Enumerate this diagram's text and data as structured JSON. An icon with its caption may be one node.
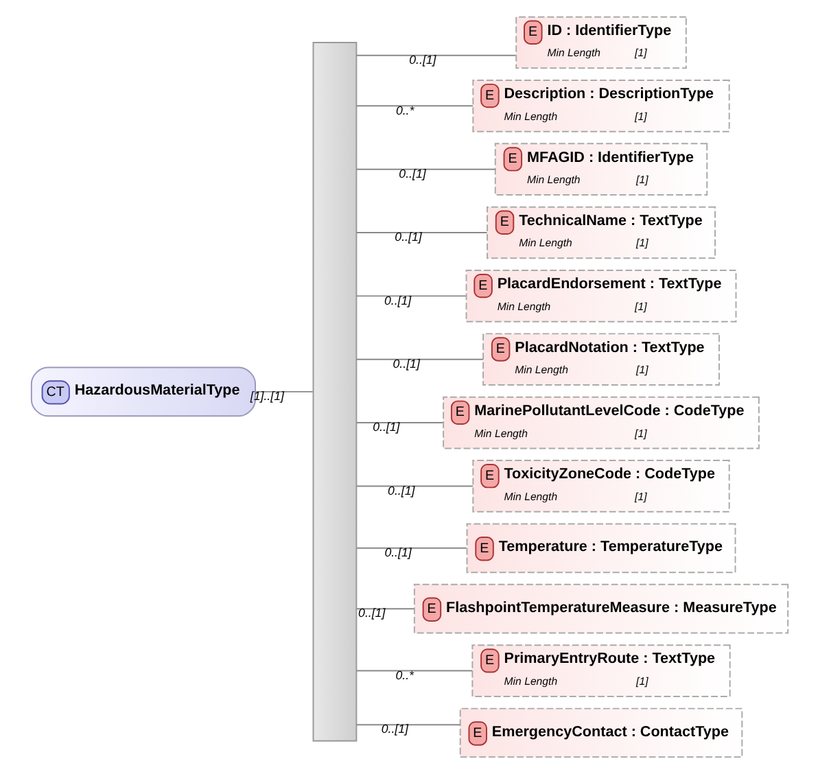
{
  "diagram": {
    "nodes": [
      {
        "text": [
          "CT",
          "HazardousMaterialType"
        ]
      },
      {
        "text": [],
        "shape": "bar"
      },
      {
        "text": [
          "E",
          "ID : IdentifierType",
          "Min Length",
          "[1]"
        ]
      },
      {
        "text": [
          "E",
          "Description : DescriptionType",
          "Min Length",
          "[1]"
        ]
      },
      {
        "text": [
          "E",
          "MFAGID : IdentifierType",
          "Min Length",
          "[1]"
        ]
      },
      {
        "text": [
          "E",
          "TechnicalName : TextType",
          "Min Length",
          "[1]"
        ]
      },
      {
        "text": [
          "E",
          "PlacardEndorsement : TextType",
          "Min Length",
          "[1]"
        ]
      },
      {
        "text": [
          "E",
          "PlacardNotation : TextType",
          "Min Length",
          "[1]"
        ]
      },
      {
        "text": [
          "E",
          "MarinePollutantLevelCode : CodeType",
          "Min Length",
          "[1]"
        ]
      },
      {
        "text": [
          "E",
          "ToxicityZoneCode : CodeType",
          "Min Length",
          "[1]"
        ]
      },
      {
        "text": [
          "E",
          "Temperature : TemperatureType"
        ]
      },
      {
        "text": [
          "E",
          "FlashpointTemperatureMeasure : MeasureType"
        ]
      },
      {
        "text": [
          "E",
          "PrimaryEntryRoute : TextType",
          "Min Length",
          "[1]"
        ]
      },
      {
        "text": [
          "E",
          "EmergencyContact : ContactType"
        ]
      }
    ],
    "edges": [
      {
        "from": 0,
        "to": 1,
        "arrow": "none",
        "label": "[1]..[1]"
      },
      {
        "from": 1,
        "to": 2,
        "arrow": "none",
        "label": "0..[1]"
      },
      {
        "from": 1,
        "to": 3,
        "arrow": "none",
        "label": "0..*"
      },
      {
        "from": 1,
        "to": 4,
        "arrow": "none",
        "label": "0..[1]"
      },
      {
        "from": 1,
        "to": 5,
        "arrow": "none",
        "label": "0..[1]"
      },
      {
        "from": 1,
        "to": 6,
        "arrow": "none",
        "label": "0..[1]"
      },
      {
        "from": 1,
        "to": 7,
        "arrow": "none",
        "label": "0..[1]"
      },
      {
        "from": 1,
        "to": 8,
        "arrow": "none",
        "label": "0..[1]"
      },
      {
        "from": 1,
        "to": 9,
        "arrow": "none",
        "label": "0..[1]"
      },
      {
        "from": 1,
        "to": 10,
        "arrow": "none",
        "label": "0..[1]"
      },
      {
        "from": 1,
        "to": 11,
        "arrow": "none",
        "label": "0..[1]"
      },
      {
        "from": 1,
        "to": 12,
        "arrow": "none",
        "label": "0..*"
      },
      {
        "from": 1,
        "to": 13,
        "arrow": "none",
        "label": "0..[1]"
      }
    ]
  }
}
